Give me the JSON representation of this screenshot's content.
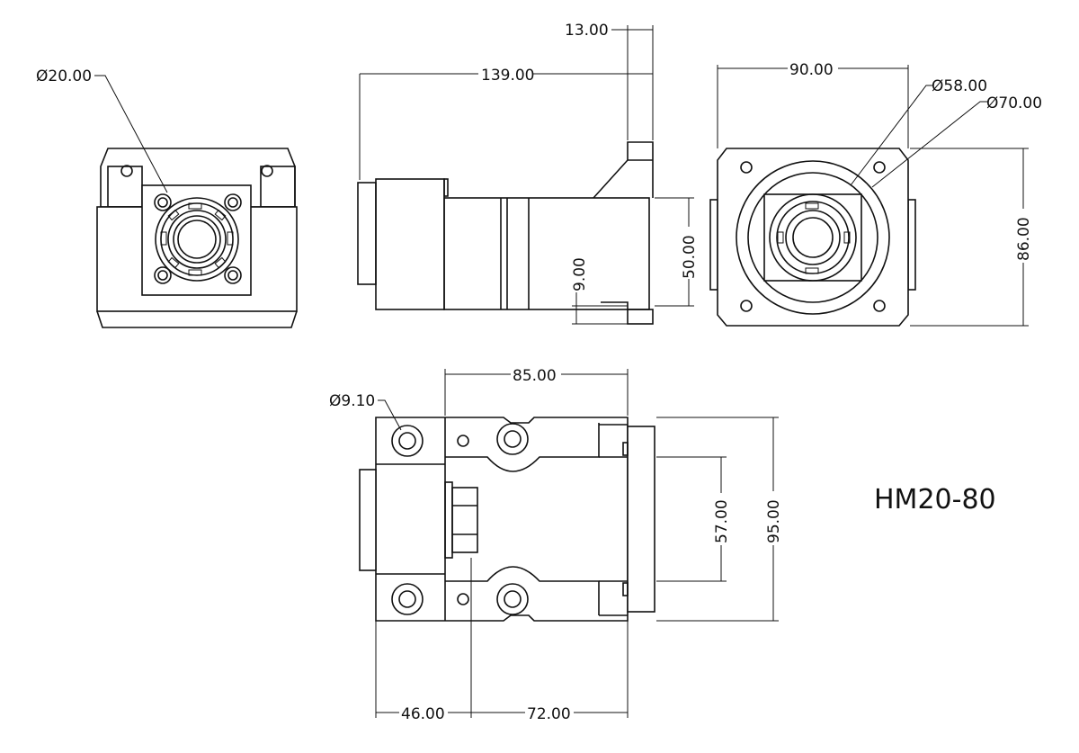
{
  "model_label": "HM20-80",
  "dimensions": {
    "front_shaft_dia": "Ø20.00",
    "side_length": "139.00",
    "side_flange_thickness": "13.00",
    "side_height": "50.00",
    "side_offset": "9.00",
    "rear_width": "90.00",
    "rear_height": "86.00",
    "rear_inner_dia": "Ø58.00",
    "rear_outer_dia": "Ø70.00",
    "top_hole_dia": "Ø9.10",
    "top_width": "85.00",
    "top_inner": "57.00",
    "top_height": "95.00",
    "top_left": "46.00",
    "top_right": "72.00"
  }
}
